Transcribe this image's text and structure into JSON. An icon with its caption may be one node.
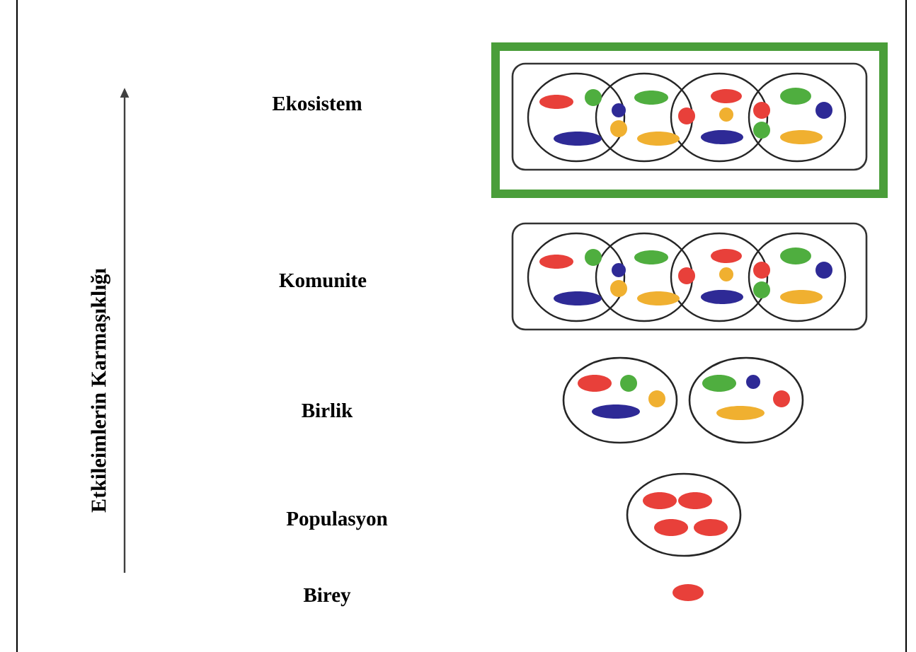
{
  "diagram": {
    "labels": [
      "Ekosistem",
      "Komunite",
      "Birlik",
      "Populasyon",
      "Birey",
      "Etkileimlerin Karmaşıklığı"
    ]
  }
}
